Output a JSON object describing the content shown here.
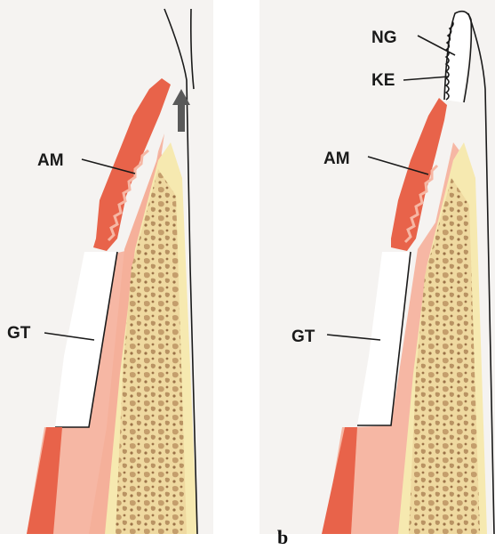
{
  "figure": {
    "panel_a": {
      "labels": {
        "am": "AM",
        "gt": "GT"
      },
      "letter": ""
    },
    "panel_b": {
      "labels": {
        "ng": "NG",
        "ke": "KE",
        "am": "AM",
        "gt": "GT"
      },
      "letter": "b"
    }
  },
  "colors": {
    "epithelium": "#e8634a",
    "connective_tissue": "#f6b3a0",
    "bone": "#f6e6a6",
    "bone_pattern": "#b58a5a",
    "arrow": "#555555",
    "background_shade": "#f3f1ef"
  }
}
